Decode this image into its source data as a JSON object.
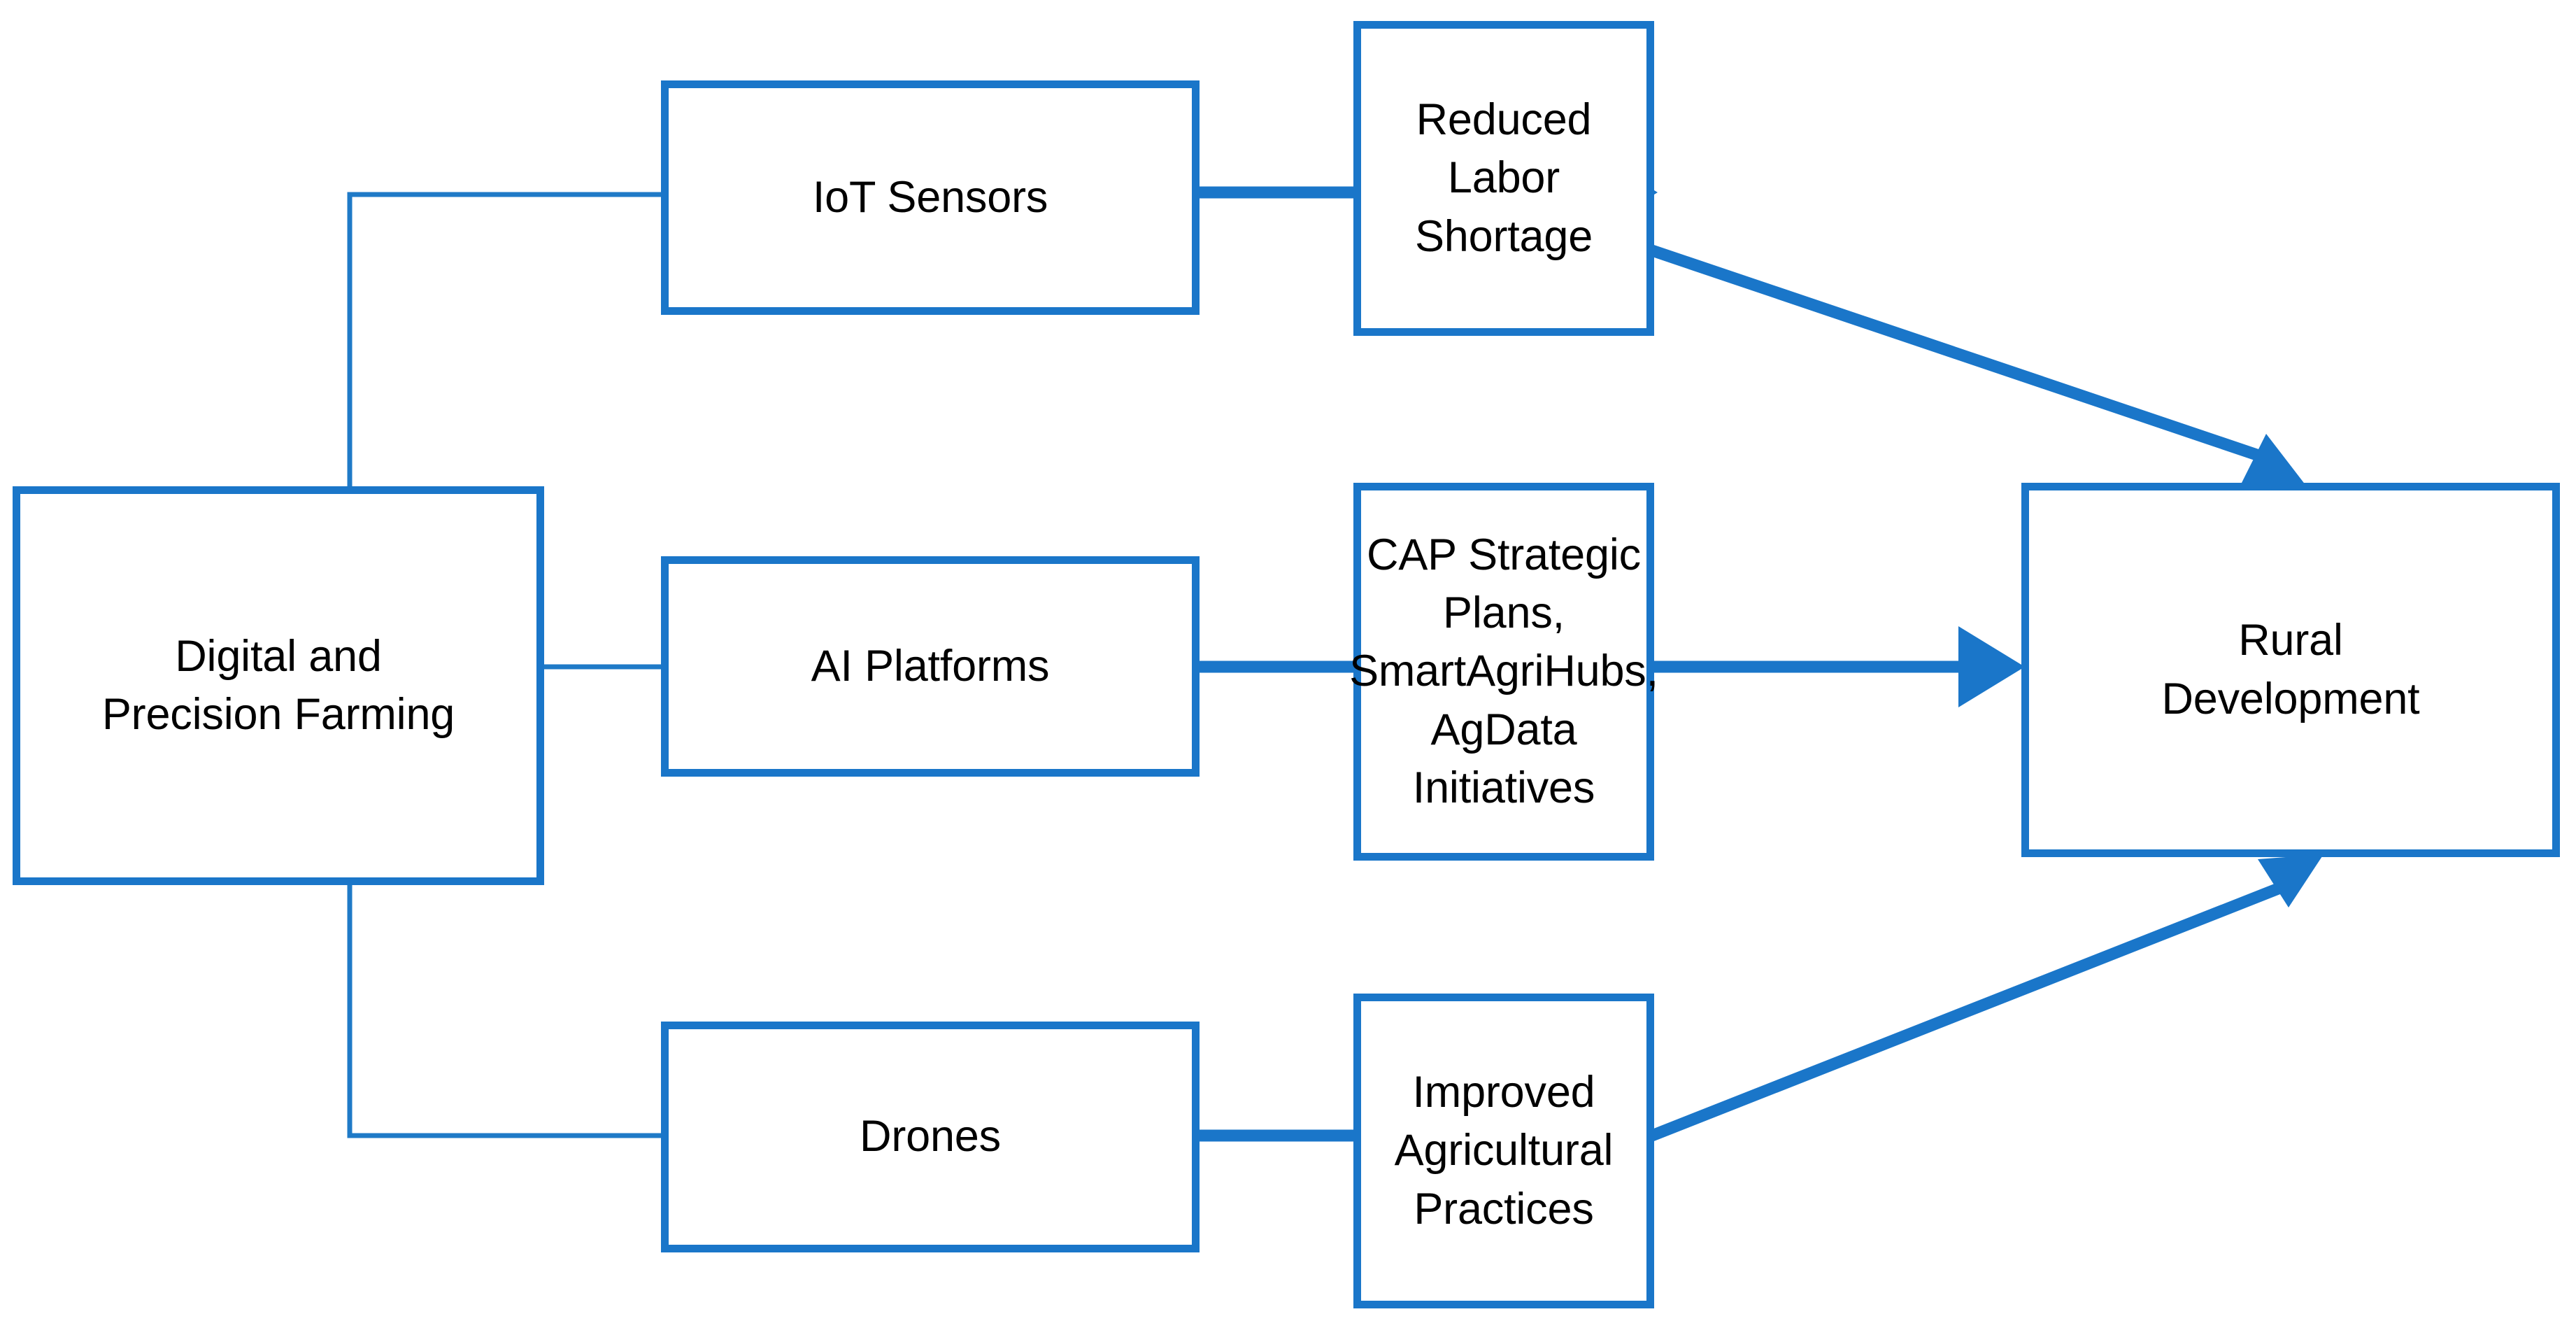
{
  "diagram": {
    "title": "Digital and Precision Farming to Rural Development flow",
    "colors": {
      "node_border": "#1a76c9",
      "node_fill": "#ffffff",
      "edge": "#1a76c9",
      "thin_edge": "#1f7ac7",
      "text": "#000000",
      "background": "#ffffff"
    },
    "nodes": {
      "source": {
        "label": "Digital and\nPrecision Farming"
      },
      "iot": {
        "label": "IoT Sensors"
      },
      "ai": {
        "label": "AI Platforms"
      },
      "drones": {
        "label": "Drones"
      },
      "labor": {
        "label": "Reduced Labor\nShortage"
      },
      "policy": {
        "label": "CAP Strategic\nPlans,\nSmartAgriHubs,\nAgData Initiatives"
      },
      "practices": {
        "label": "Improved\nAgricultural\nPractices"
      },
      "rural": {
        "label": "Rural\nDevelopment"
      }
    },
    "edges": [
      {
        "from": "source",
        "to": "iot",
        "style": "orthogonal-thin",
        "arrow": false
      },
      {
        "from": "source",
        "to": "ai",
        "style": "straight-thin",
        "arrow": false
      },
      {
        "from": "source",
        "to": "drones",
        "style": "orthogonal-thin",
        "arrow": false
      },
      {
        "from": "iot",
        "to": "labor",
        "style": "straight",
        "arrow": true
      },
      {
        "from": "ai",
        "to": "policy",
        "style": "straight",
        "arrow": true
      },
      {
        "from": "drones",
        "to": "practices",
        "style": "straight",
        "arrow": true
      },
      {
        "from": "labor",
        "to": "rural",
        "style": "diagonal",
        "arrow": true
      },
      {
        "from": "policy",
        "to": "rural",
        "style": "straight",
        "arrow": true
      },
      {
        "from": "practices",
        "to": "rural",
        "style": "diagonal",
        "arrow": true
      }
    ]
  }
}
